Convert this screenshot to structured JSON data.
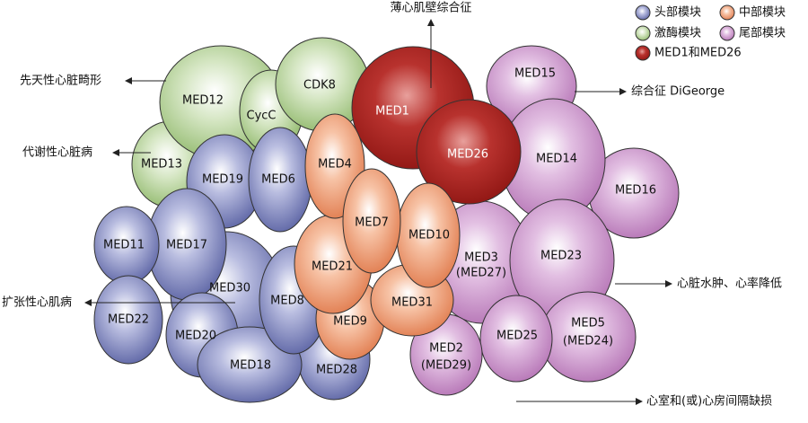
{
  "colors": {
    "head": "#6a73b0",
    "middle": "#e8895f",
    "kinase": "#9cc078",
    "tail": "#c07fc0",
    "core": "#a8201e"
  },
  "legend": {
    "head": "头部模块",
    "middle": "中部模块",
    "kinase": "激酶模块",
    "tail": "尾部模块",
    "core": "MED1和MED26"
  },
  "subunits": {
    "med12": "MED12",
    "med13": "MED13",
    "cycc": "CycC",
    "cdk8": "CDK8",
    "med1": "MED1",
    "med26": "MED26",
    "med15": "MED15",
    "med14": "MED14",
    "med16": "MED16",
    "med23": "MED23",
    "med3_a": "MED3",
    "med3_b": "(MED27)",
    "med5_a": "MED5",
    "med5_b": "(MED24)",
    "med25": "MED25",
    "med2_a": "MED2",
    "med2_b": "(MED29)",
    "med4": "MED4",
    "med7": "MED7",
    "med10": "MED10",
    "med21": "MED21",
    "med31": "MED31",
    "med9": "MED9",
    "med19": "MED19",
    "med6": "MED6",
    "med11": "MED11",
    "med17": "MED17",
    "med30": "MED30",
    "med8": "MED8",
    "med22": "MED22",
    "med20": "MED20",
    "med18": "MED18",
    "med28": "MED28"
  },
  "annotations": {
    "top": "薄心肌壁综合征",
    "digeorge": "综合征 DiGeorge",
    "congenital": "先天性心脏畸形",
    "metabolic": "代谢性心脏病",
    "dilated": "扩张性心肌病",
    "edema": "心脏水肿、心率降低",
    "septal": "心室和(或)心房间隔缺损"
  }
}
